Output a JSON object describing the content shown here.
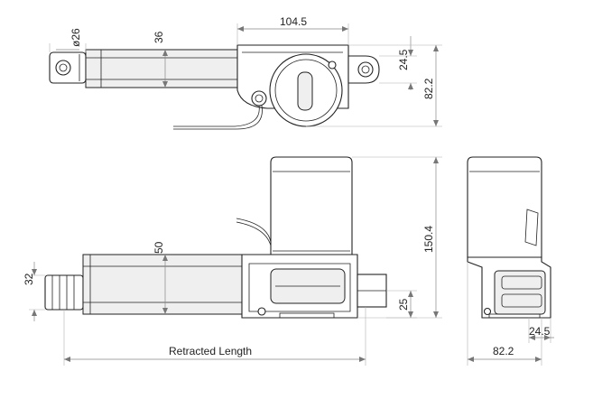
{
  "labels": {
    "top_rod_diameter": "ø26",
    "top_tube_height": "36",
    "top_motor_width": "104.5",
    "top_clevis_height": "24.5",
    "top_total_height": "82.2",
    "front_rod": "32",
    "front_tube": "50",
    "front_total_height": "150.4",
    "front_clevis": "25",
    "front_retracted_length": "Retracted Length",
    "side_clevis": "24.5",
    "side_width": "82.2"
  }
}
